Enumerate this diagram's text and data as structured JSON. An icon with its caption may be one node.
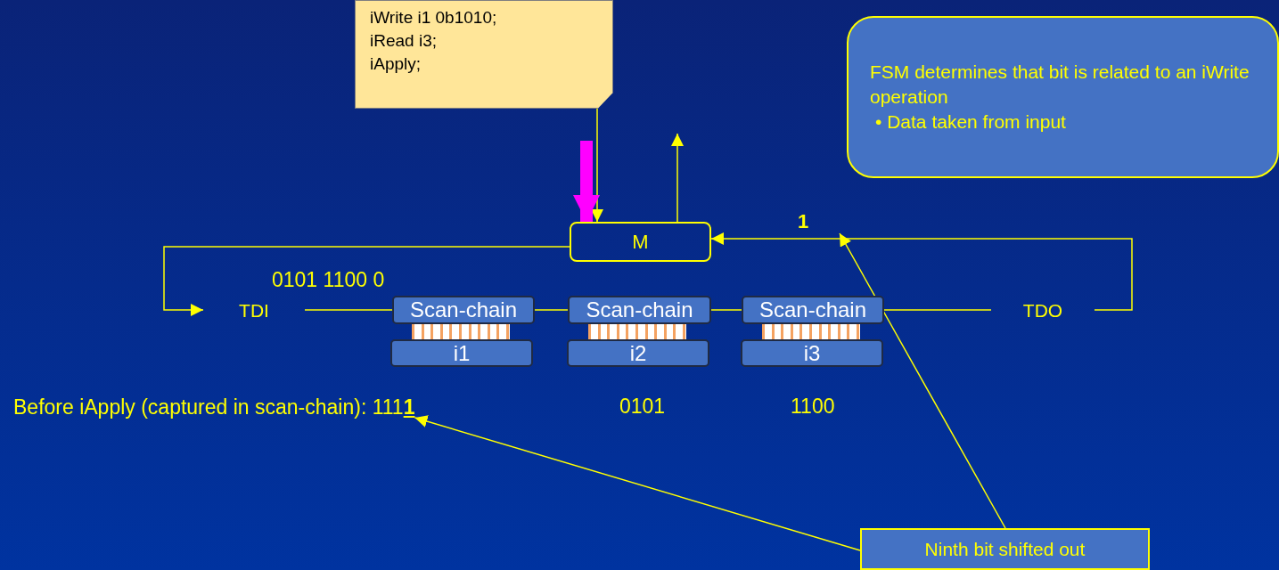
{
  "diagram": {
    "nodes": [
      {
        "text": [
          "iWrite i1 0b1010;",
          "iRead i3;",
          "iApply;"
        ]
      },
      {
        "text": [
          "M"
        ]
      },
      {
        "text": [
          "TDI"
        ]
      },
      {
        "text": [
          "Scan-chain"
        ]
      },
      {
        "text": [
          "i1"
        ]
      },
      {
        "text": [
          "Scan-chain"
        ]
      },
      {
        "text": [
          "i2"
        ]
      },
      {
        "text": [
          "Scan-chain"
        ]
      },
      {
        "text": [
          "i3"
        ]
      },
      {
        "text": [
          "TDO"
        ]
      },
      {
        "text": [
          "1"
        ]
      },
      {
        "text": [
          "Before iApply (captured in scan-chain): 111**1**"
        ]
      },
      {
        "text": [
          "Ninth bit shifted out"
        ]
      },
      {
        "text": [
          "FSM determines that bit is related to an iWrite operation",
          "• Data taken from input"
        ]
      }
    ],
    "edges": [
      {
        "from": 0,
        "to": 1,
        "arrow": "to"
      },
      {
        "from": 1,
        "to": null,
        "arrow": "to"
      },
      {
        "from": 1,
        "to": 2,
        "arrow": "to"
      },
      {
        "from": 2,
        "to": 3,
        "arrow": "none"
      },
      {
        "from": 3,
        "to": 5,
        "arrow": "none"
      },
      {
        "from": 5,
        "to": 7,
        "arrow": "none"
      },
      {
        "from": 7,
        "to": 9,
        "arrow": "none"
      },
      {
        "from": 9,
        "to": 1,
        "arrow": "to"
      },
      {
        "from": null,
        "to": 1,
        "arrow": "to",
        "style": "thick",
        "color": "#ff00ff"
      },
      {
        "from": 12,
        "to": 10,
        "arrow": "to"
      },
      {
        "from": 12,
        "to": 11,
        "arrow": "to"
      }
    ],
    "labels": [
      "0101 1100 0",
      "0101",
      "1100"
    ]
  }
}
